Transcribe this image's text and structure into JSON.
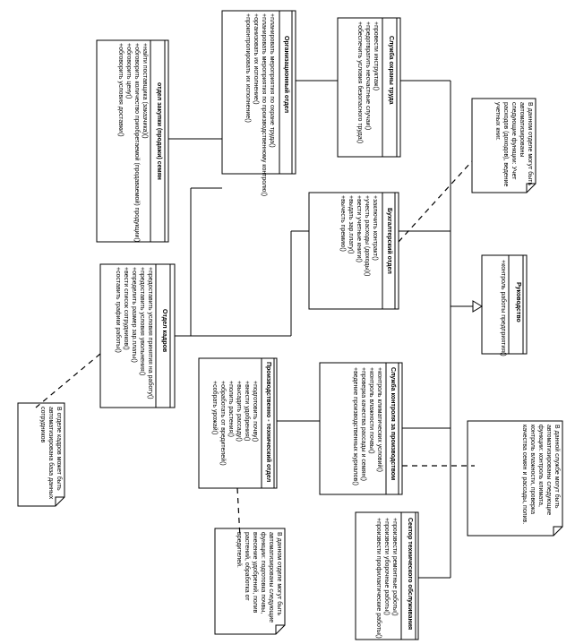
{
  "classes": {
    "supply": {
      "name": "отдел закупки (продажи) семян",
      "methods": [
        "+найти поставщика (заказчика)()",
        "+обговорить количество приобретаемой (продаваемой) продукции()",
        "+обговорить цену()",
        "+обговорить условия доставки()"
      ]
    },
    "org": {
      "name": "Организационный отдел",
      "methods": [
        "+планировать мероприятия по охране труда()",
        "+планировать мероприятия по производственному контролю()",
        "+организовать их исполнение()",
        "+проконтролировать их исполнение()"
      ]
    },
    "safety": {
      "name": "Служба охраны труда",
      "methods": [
        "+провести инструктаж()",
        "+предотвратить несчастные случаи()",
        "+обеспечить условия безопасного труда()"
      ]
    },
    "accounting": {
      "name": "Бухгалтерский отдел",
      "methods": [
        "+заключить контракт()",
        "+учесть расходы (доходы)()",
        "+вести учетные книги()",
        "+выдать зар.плату()",
        "+вычесть премию()"
      ]
    },
    "hr": {
      "name": "Отдел кадров",
      "methods": [
        "+предоставить условия принятия на работу()",
        "+предоставить условия увольнения()",
        "+определить размер зар.платы()",
        "+вести список сотрудников()",
        "+составить графики работы()"
      ]
    },
    "management": {
      "name": "Руководство",
      "methods": [
        "+контроль работы предприятия()"
      ]
    },
    "production": {
      "name": "Производственно - технический отдел",
      "methods": [
        "+подготовить почву()",
        "+внести удобрения()",
        "+высадить рассаду()",
        "+полить растения()",
        "+обработать от вредителей()",
        "+собрать урожай()"
      ]
    },
    "control": {
      "name": "Служба контроля за производством",
      "methods": [
        "+контроль климатических условий()",
        "+контроль влажности почвы()",
        "+проверка качества рассады и семян()",
        "+ведение производственных журналов()"
      ]
    },
    "maintenance": {
      "name": "Сектор технического обслуживания",
      "methods": [
        "+произвести ремонтные работы()",
        "+произвести уборочные работы()",
        "+произвести профилактические работы()"
      ]
    }
  },
  "notes": {
    "accounting_note": "В данном отделе могут быть автоматизированы следующие функции: Учет расходов (доходов), ведение учетных книг.",
    "control_note": "В данной службе могут быть автоматизированы следующие функции: контроль климата, контроль влажности, проверка качества семян и рассады, полив.",
    "hr_note": "В отделе кадров может быть автоматизирована база данных сотрудников",
    "production_note": "В данном отделе могут быть автоматизированы следующие функции: подготовка почвы, внесение удобрений, полив растений, обработка от вредителей."
  }
}
